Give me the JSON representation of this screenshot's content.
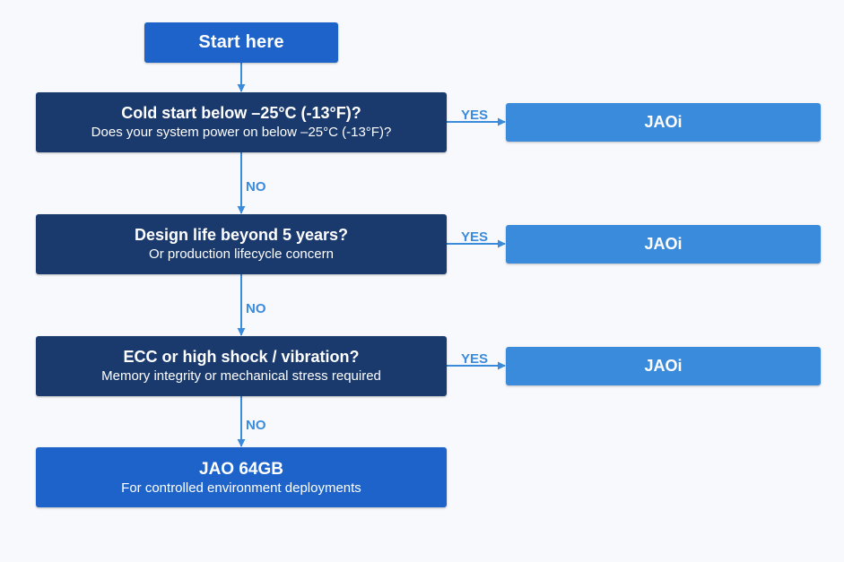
{
  "start": {
    "label": "Start here"
  },
  "questions": [
    {
      "title": "Cold start below –25°C (-13°F)?",
      "subtitle": "Does your system power on below –25°C (-13°F)?"
    },
    {
      "title": "Design life beyond 5 years?",
      "subtitle": "Or production lifecycle concern"
    },
    {
      "title": "ECC or high shock / vibration?",
      "subtitle": "Memory integrity or mechanical stress required"
    }
  ],
  "answers": [
    {
      "label": "JAOi"
    },
    {
      "label": "JAOi"
    },
    {
      "label": "JAOi"
    }
  ],
  "branch_labels": {
    "yes": "YES",
    "no": "NO"
  },
  "final": {
    "title": "JAO 64GB",
    "subtitle": "For controlled environment deployments"
  },
  "colors": {
    "background": "#f7f9fc",
    "start_box": "#1e63c9",
    "question_box": "#1a3a6e",
    "answer_box": "#3a8bdb",
    "final_box": "#1e63c9",
    "connector": "#3a8bdb"
  }
}
